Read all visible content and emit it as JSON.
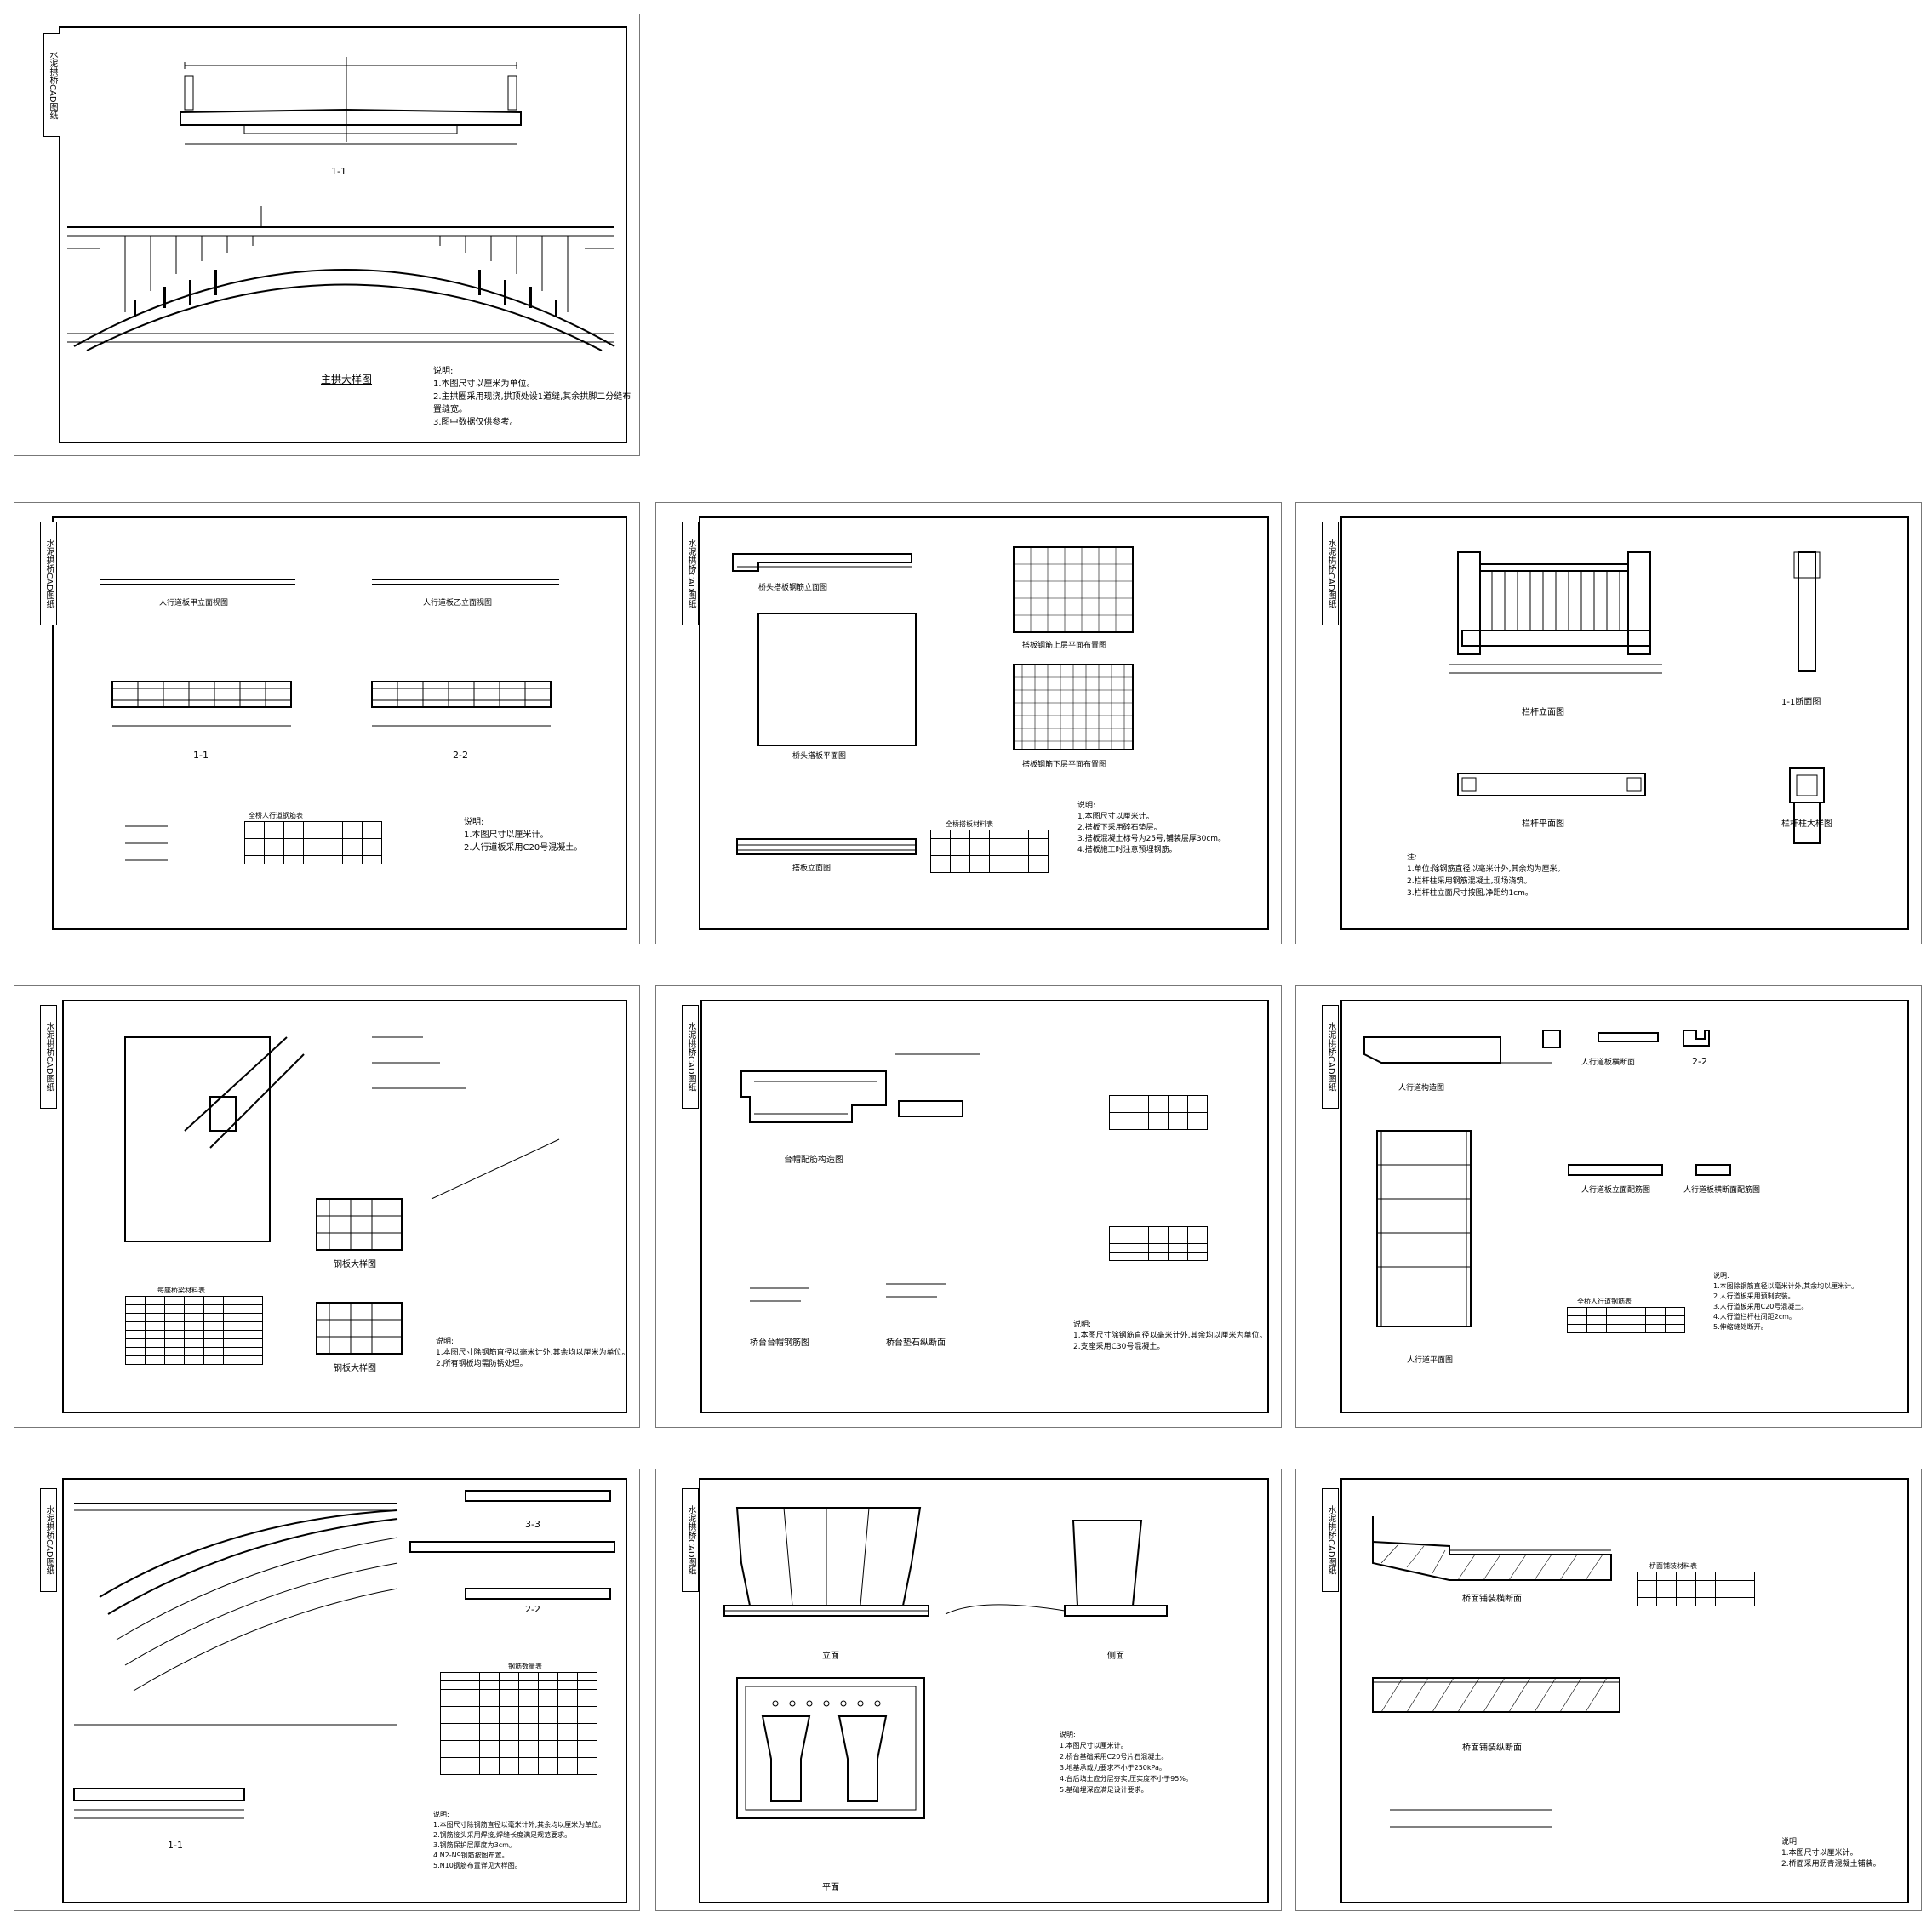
{
  "sheets": [
    {
      "tag": "水泥拱桥CAD图纸",
      "labels": [
        "1-1",
        "主拱大样图"
      ],
      "notes_title": "说明:",
      "notes": [
        "1.本图尺寸以厘米为单位。",
        "2.主拱圈采用现浇,拱顶处设1道缝,其余拱脚二分缝布置缝宽。",
        "3.图中数据仅供参考。"
      ]
    },
    {
      "tag": "水泥拱桥CAD图纸",
      "labels": [
        "人行道板甲立面视图",
        "人行道板乙立面视图",
        "1-1",
        "2-2",
        "全桥人行道钢筋表"
      ],
      "notes_title": "说明:",
      "notes": [
        "1.本图尺寸以厘米计。",
        "2.人行道板采用C20号混凝土。"
      ]
    },
    {
      "tag": "水泥拱桥CAD图纸",
      "labels": [
        "桥头搭板钢筋立面图",
        "桥头搭板平面图",
        "搭板钢筋上层平面布置图",
        "搭板钢筋下层平面布置图",
        "搭板立面图",
        "全桥搭板材料表"
      ],
      "notes_title": "说明:",
      "notes": [
        "1.本图尺寸以厘米计。",
        "2.搭板下采用碎石垫层。",
        "3.搭板混凝土标号为25号,铺装层厚30cm。",
        "4.搭板施工时注意预埋钢筋。"
      ]
    },
    {
      "tag": "水泥拱桥CAD图纸",
      "labels": [
        "栏杆立面图",
        "1-1断面图",
        "栏杆平面图",
        "栏杆柱大样图"
      ],
      "notes_title": "注:",
      "notes": [
        "1.单位:除钢筋直径以毫米计外,其余均为厘米。",
        "2.栏杆柱采用钢筋混凝土,现场浇筑。",
        "3.栏杆柱立面尺寸按图,净距约1cm。"
      ]
    },
    {
      "tag": "水泥拱桥CAD图纸",
      "labels": [
        "钢板大样图",
        "钢板大样图",
        "每座桥梁材料表"
      ],
      "notes_title": "说明:",
      "notes": [
        "1.本图尺寸除钢筋直径以毫米计外,其余均以厘米为单位。",
        "2.所有钢板均需防锈处理。"
      ]
    },
    {
      "tag": "水泥拱桥CAD图纸",
      "labels": [
        "台帽配筋构造图",
        "桥台台帽钢筋图",
        "桥台垫石纵断面"
      ],
      "notes_title": "说明:",
      "notes": [
        "1.本图尺寸除钢筋直径以毫米计外,其余均以厘米为单位。",
        "2.支座采用C30号混凝土。"
      ]
    },
    {
      "tag": "水泥拱桥CAD图纸",
      "labels": [
        "人行道构造图",
        "人行道板横断面",
        "2-2",
        "人行道板立面配筋图",
        "人行道板横断面配筋图",
        "人行道平面图",
        "全桥人行道钢筋表"
      ],
      "notes_title": "说明:",
      "notes": [
        "1.本图除钢筋直径以毫米计外,其余均以厘米计。",
        "2.人行道板采用预制安装。",
        "3.人行道板采用C20号混凝土。",
        "4.人行道栏杆柱间距2cm。",
        "5.伸缩缝处断开。"
      ]
    },
    {
      "tag": "水泥拱桥CAD图纸",
      "labels": [
        "1-1",
        "3-3",
        "2-2",
        "钢筋数量表"
      ],
      "notes_title": "说明:",
      "notes": [
        "1.本图尺寸除钢筋直径以毫米计外,其余均以厘米为单位。",
        "2.钢筋接头采用焊接,焊缝长度满足规范要求。",
        "3.钢筋保护层厚度为3cm。",
        "4.N2-N9钢筋按图布置。",
        "5.N10钢筋布置详见大样图。"
      ]
    },
    {
      "tag": "水泥拱桥CAD图纸",
      "labels": [
        "立面",
        "侧面",
        "平面"
      ],
      "notes_title": "说明:",
      "notes": [
        "1.本图尺寸以厘米计。",
        "2.桥台基础采用C20号片石混凝土。",
        "3.地基承载力要求不小于250kPa。",
        "4.台后填土应分层夯实,压实度不小于95%。",
        "5.基础埋深应满足设计要求。"
      ]
    },
    {
      "tag": "水泥拱桥CAD图纸",
      "labels": [
        "桥面铺装横断面",
        "桥面铺装纵断面",
        "桥面铺装材料表"
      ],
      "notes_title": "说明:",
      "notes": [
        "1.本图尺寸以厘米计。",
        "2.桥面采用沥青混凝土铺装。"
      ]
    }
  ]
}
